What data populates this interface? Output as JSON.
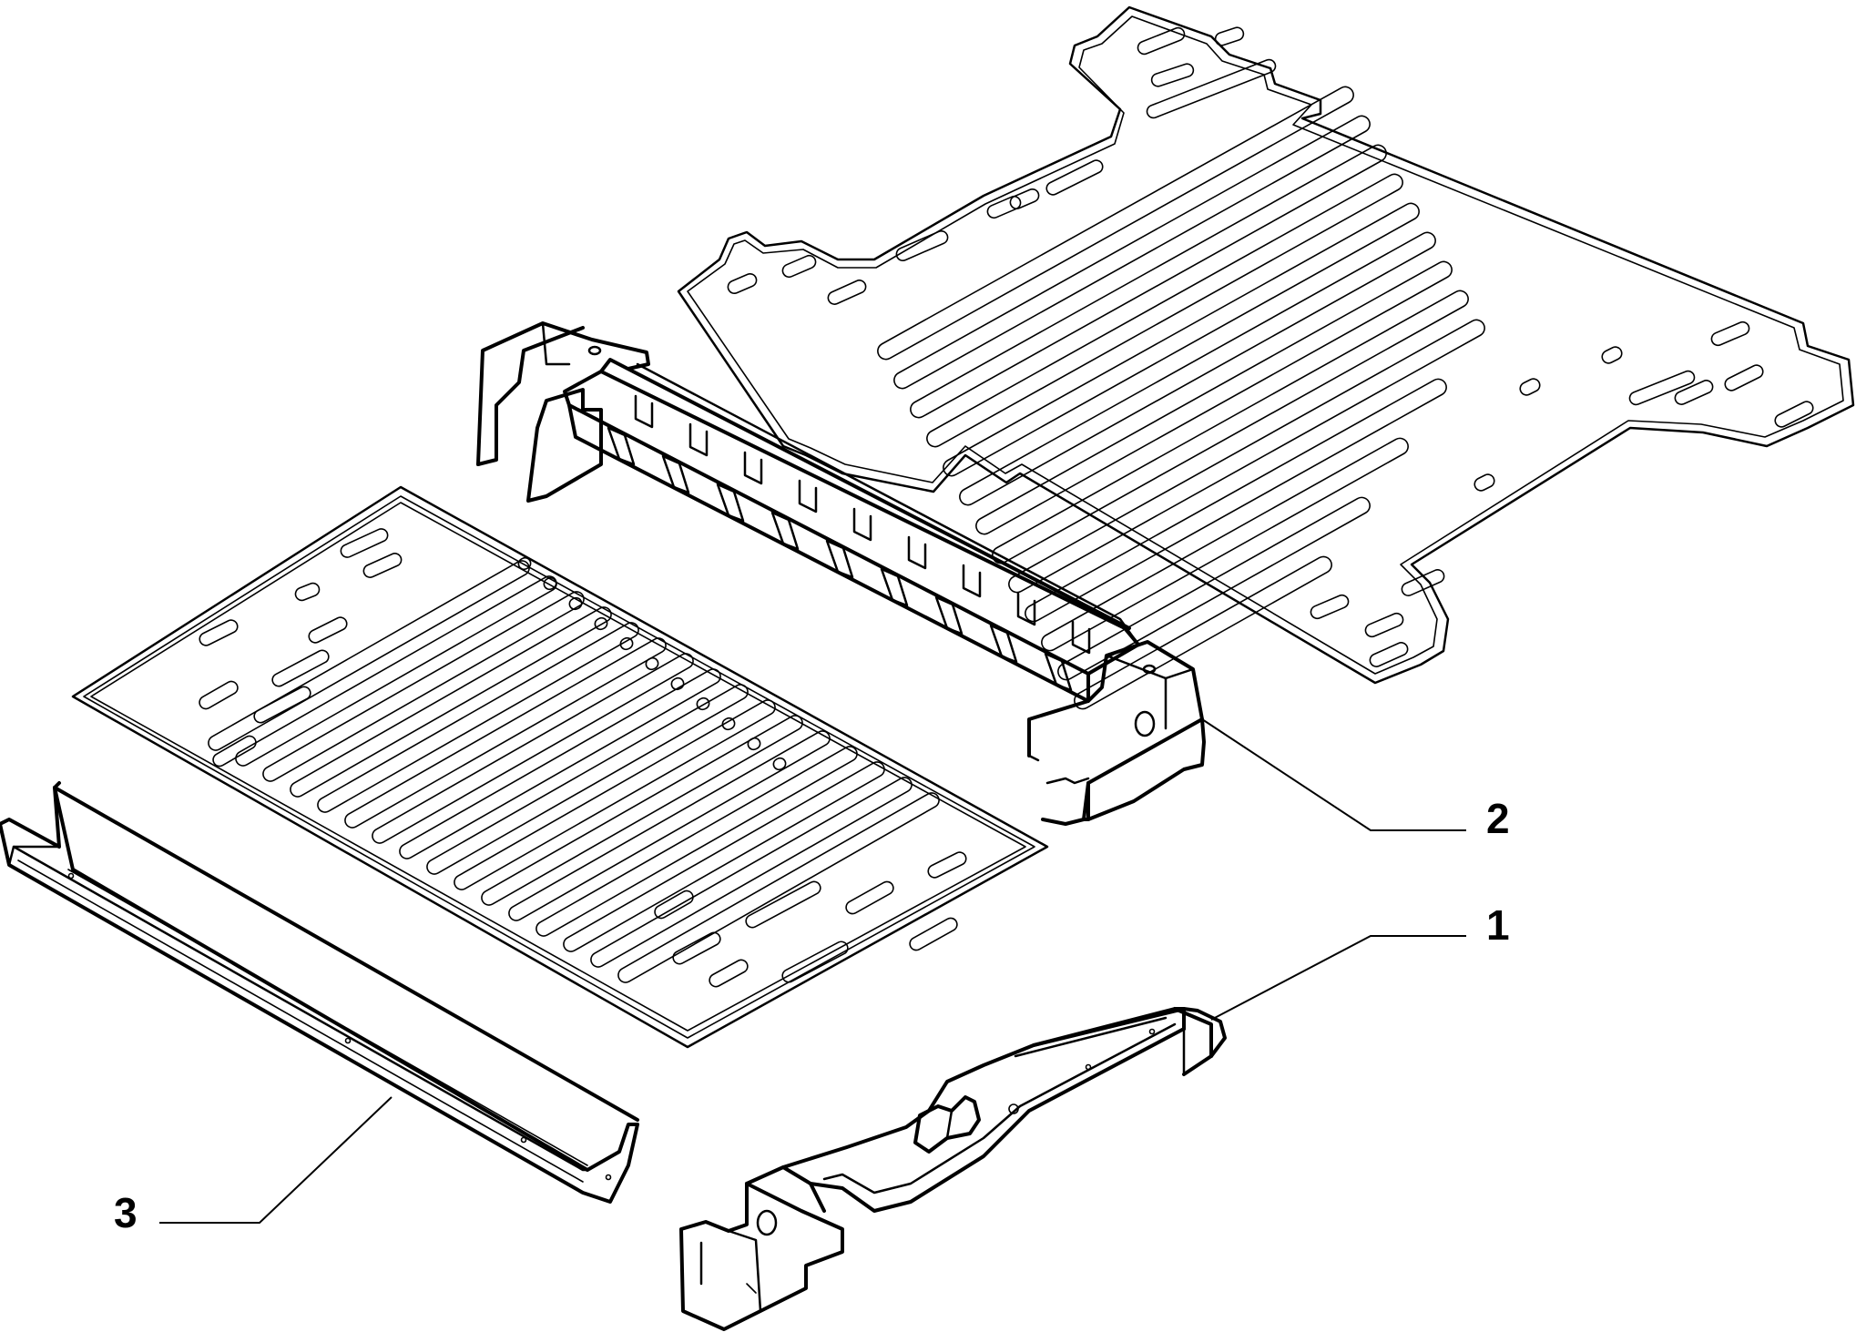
{
  "callouts": [
    {
      "id": "callout-1",
      "label": "1"
    },
    {
      "id": "callout-2",
      "label": "2"
    },
    {
      "id": "callout-3",
      "label": "3"
    }
  ],
  "parts": [
    {
      "name": "rear-floor-panel"
    },
    {
      "name": "front-floor-panel"
    },
    {
      "name": "cross-member"
    },
    {
      "name": "side-channel"
    },
    {
      "name": "longitudinal-rail"
    }
  ]
}
